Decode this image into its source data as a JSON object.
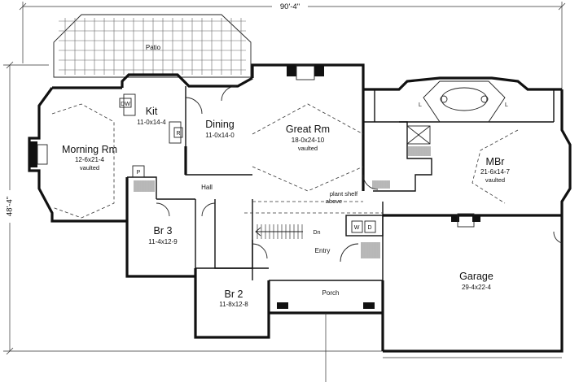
{
  "overall": {
    "width_label": "90'-4\"",
    "depth_label": "48'-4\""
  },
  "rooms": {
    "patio": {
      "name": "Patio"
    },
    "kitchen": {
      "name": "Kit",
      "size": "11-0x14-4"
    },
    "dining": {
      "name": "Dining",
      "size": "11-0x14-0"
    },
    "great_room": {
      "name": "Great Rm",
      "size": "18-0x24-10",
      "note": "vaulted"
    },
    "morning_room": {
      "name": "Morning Rm",
      "size": "12-6x21-4",
      "note": "vaulted"
    },
    "master_bedroom": {
      "name": "MBr",
      "size": "21-6x14-7",
      "note": "vaulted"
    },
    "hall": {
      "name": "Hall"
    },
    "bedroom_3": {
      "name": "Br 3",
      "size": "11-4x12-9"
    },
    "bedroom_2": {
      "name": "Br 2",
      "size": "11-8x12-8"
    },
    "entry": {
      "name": "Entry"
    },
    "porch": {
      "name": "Porch"
    },
    "garage": {
      "name": "Garage",
      "size": "29-4x22-4"
    }
  },
  "fixtures": {
    "dishwasher": "DW",
    "refrigerator": "R",
    "pantry": "P",
    "washer": "W",
    "dryer": "D",
    "stair_down": "Dn",
    "L_left": "L",
    "L_right": "L"
  },
  "notes": {
    "plant_shelf_line1": "plant shelf",
    "plant_shelf_line2": "above"
  }
}
